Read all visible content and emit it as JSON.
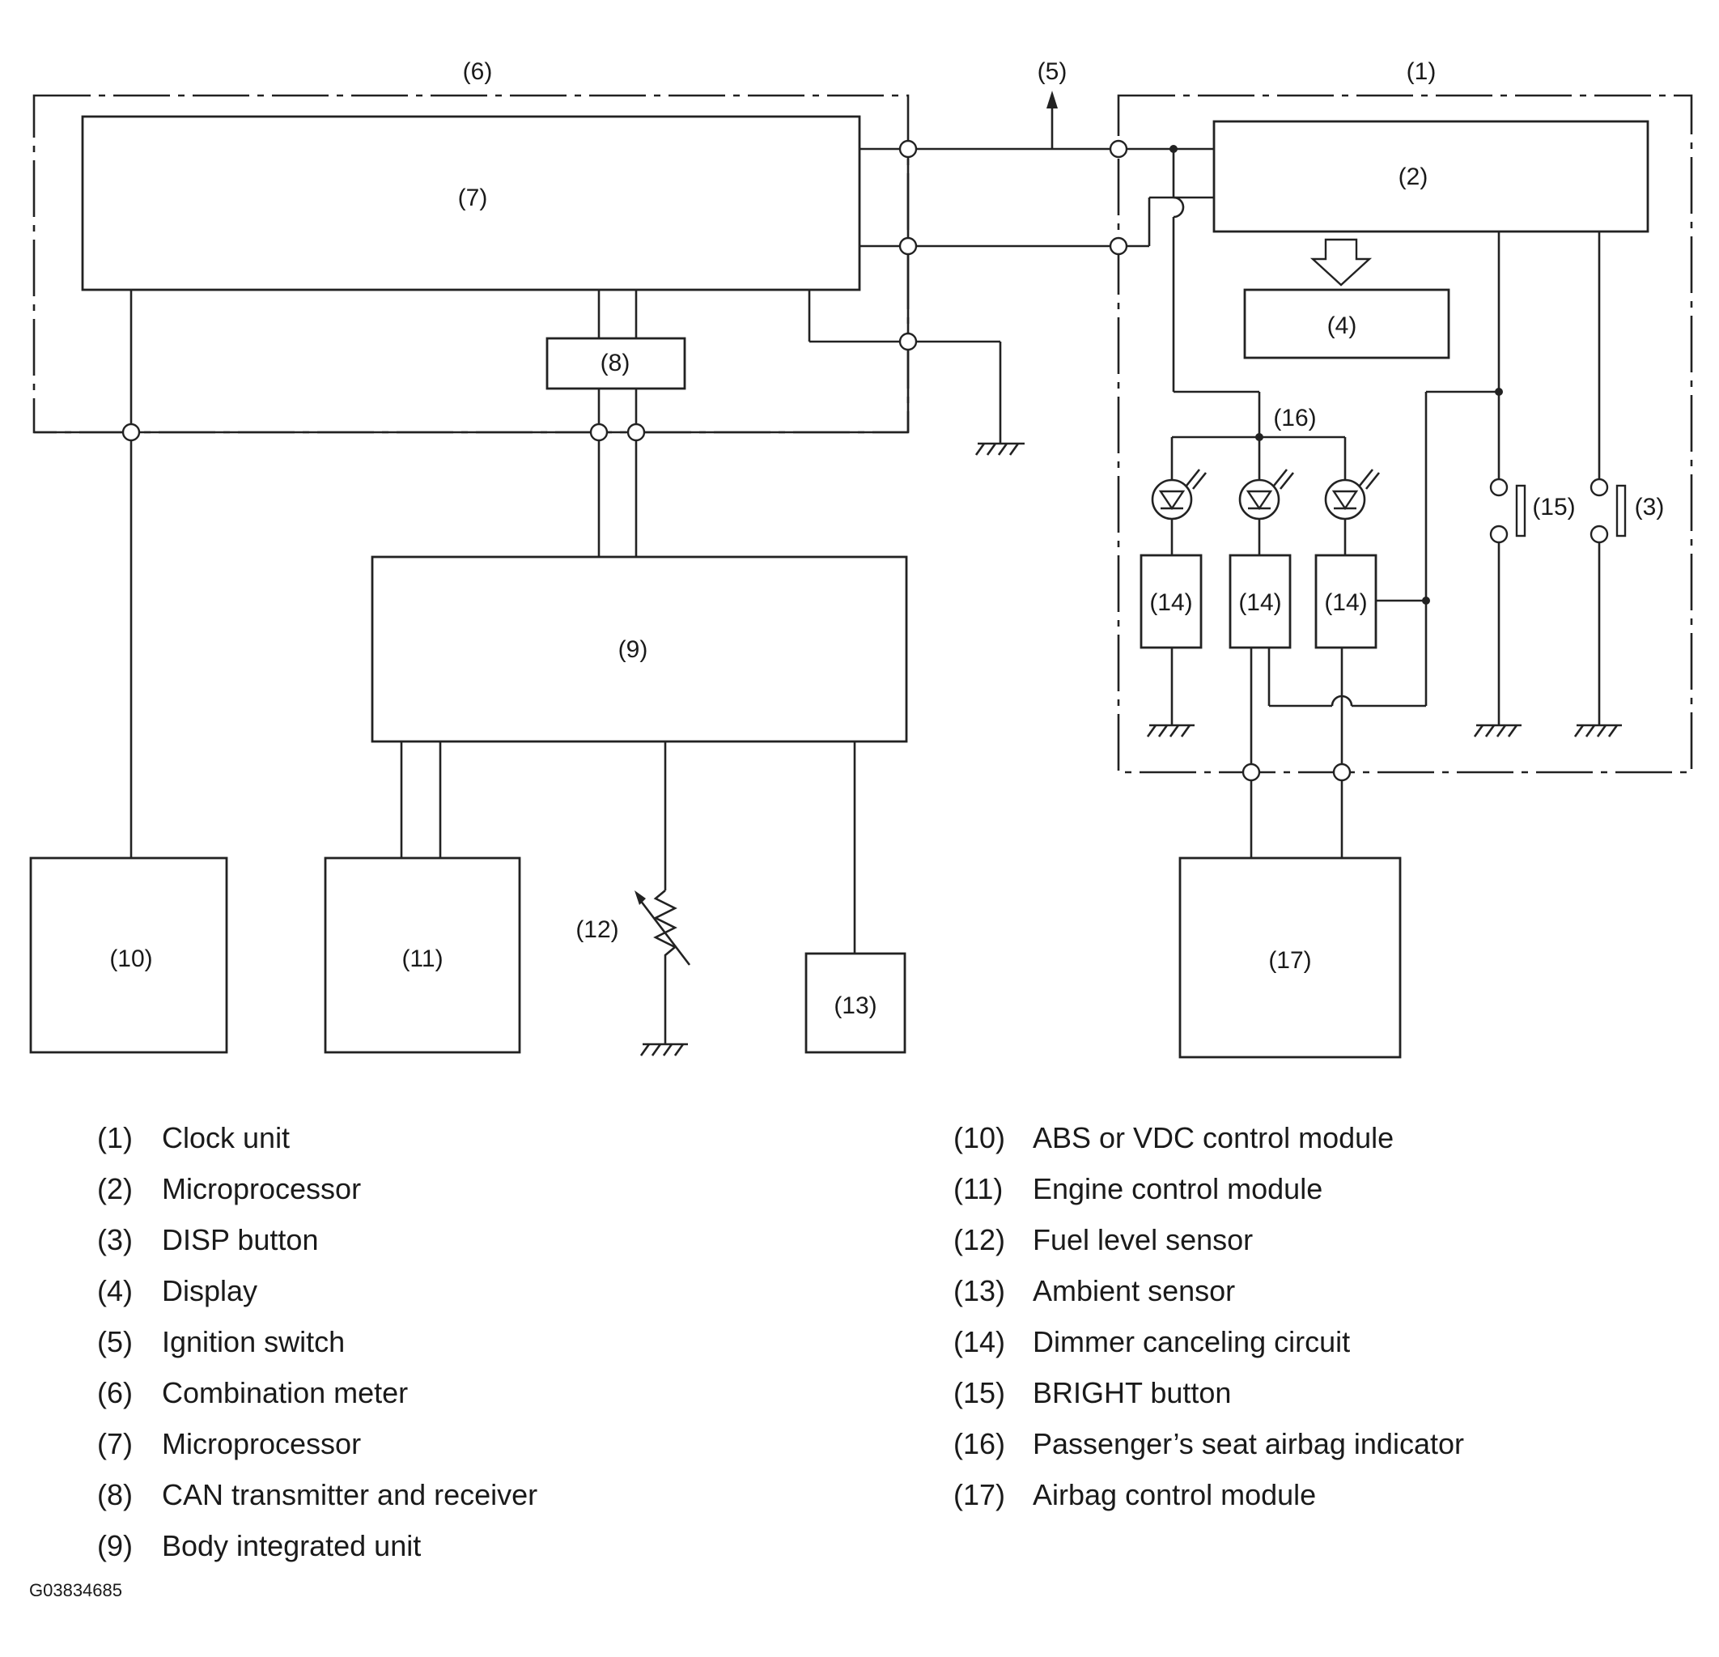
{
  "diagram": {
    "callouts": {
      "c1": "(1)",
      "c2": "(2)",
      "c3": "(3)",
      "c4": "(4)",
      "c5": "(5)",
      "c6": "(6)",
      "c7": "(7)",
      "c8": "(8)",
      "c9": "(9)",
      "c10": "(10)",
      "c11": "(11)",
      "c12": "(12)",
      "c13": "(13)",
      "c14": "(14)",
      "c15": "(15)",
      "c16": "(16)",
      "c17": "(17)"
    }
  },
  "legend": {
    "left": [
      {
        "num": "(1)",
        "text": "Clock unit"
      },
      {
        "num": "(2)",
        "text": "Microprocessor"
      },
      {
        "num": "(3)",
        "text": "DISP button"
      },
      {
        "num": "(4)",
        "text": "Display"
      },
      {
        "num": "(5)",
        "text": "Ignition switch"
      },
      {
        "num": "(6)",
        "text": "Combination meter"
      },
      {
        "num": "(7)",
        "text": "Microprocessor"
      },
      {
        "num": "(8)",
        "text": "CAN transmitter and receiver"
      },
      {
        "num": "(9)",
        "text": "Body integrated unit"
      }
    ],
    "right": [
      {
        "num": "(10)",
        "text": "ABS or VDC control module"
      },
      {
        "num": "(11)",
        "text": "Engine control module"
      },
      {
        "num": "(12)",
        "text": "Fuel level sensor"
      },
      {
        "num": "(13)",
        "text": "Ambient sensor"
      },
      {
        "num": "(14)",
        "text": "Dimmer canceling circuit"
      },
      {
        "num": "(15)",
        "text": "BRIGHT button"
      },
      {
        "num": "(16)",
        "text": "Passenger’s seat airbag indicator"
      },
      {
        "num": "(17)",
        "text": "Airbag control module"
      }
    ]
  },
  "figure_id": "G03834685"
}
